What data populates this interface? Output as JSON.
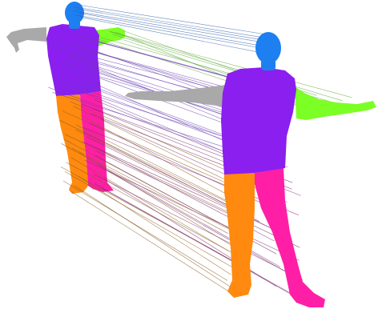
{
  "colors": {
    "background": "#ffffff",
    "head": "#1e7ff0",
    "torso": "#8a1ff0",
    "left_arm": "#a9a9a9",
    "right_arm": "#7cff24",
    "left_leg": "#ff8a0f",
    "right_leg": "#ff1fa6",
    "correspondence_lines": [
      "#2f5fa8",
      "#6a3fb0",
      "#7a2a6a",
      "#8a5a1a",
      "#5fa83a",
      "#3a8a3a"
    ]
  },
  "figures": [
    {
      "id": "source-body",
      "segments": [
        "head",
        "torso",
        "left_arm",
        "right_arm",
        "left_leg",
        "right_leg"
      ]
    },
    {
      "id": "target-body",
      "segments": [
        "head",
        "torso",
        "left_arm",
        "right_arm",
        "left_leg",
        "right_leg"
      ]
    }
  ],
  "correspondence_line_count": 80
}
